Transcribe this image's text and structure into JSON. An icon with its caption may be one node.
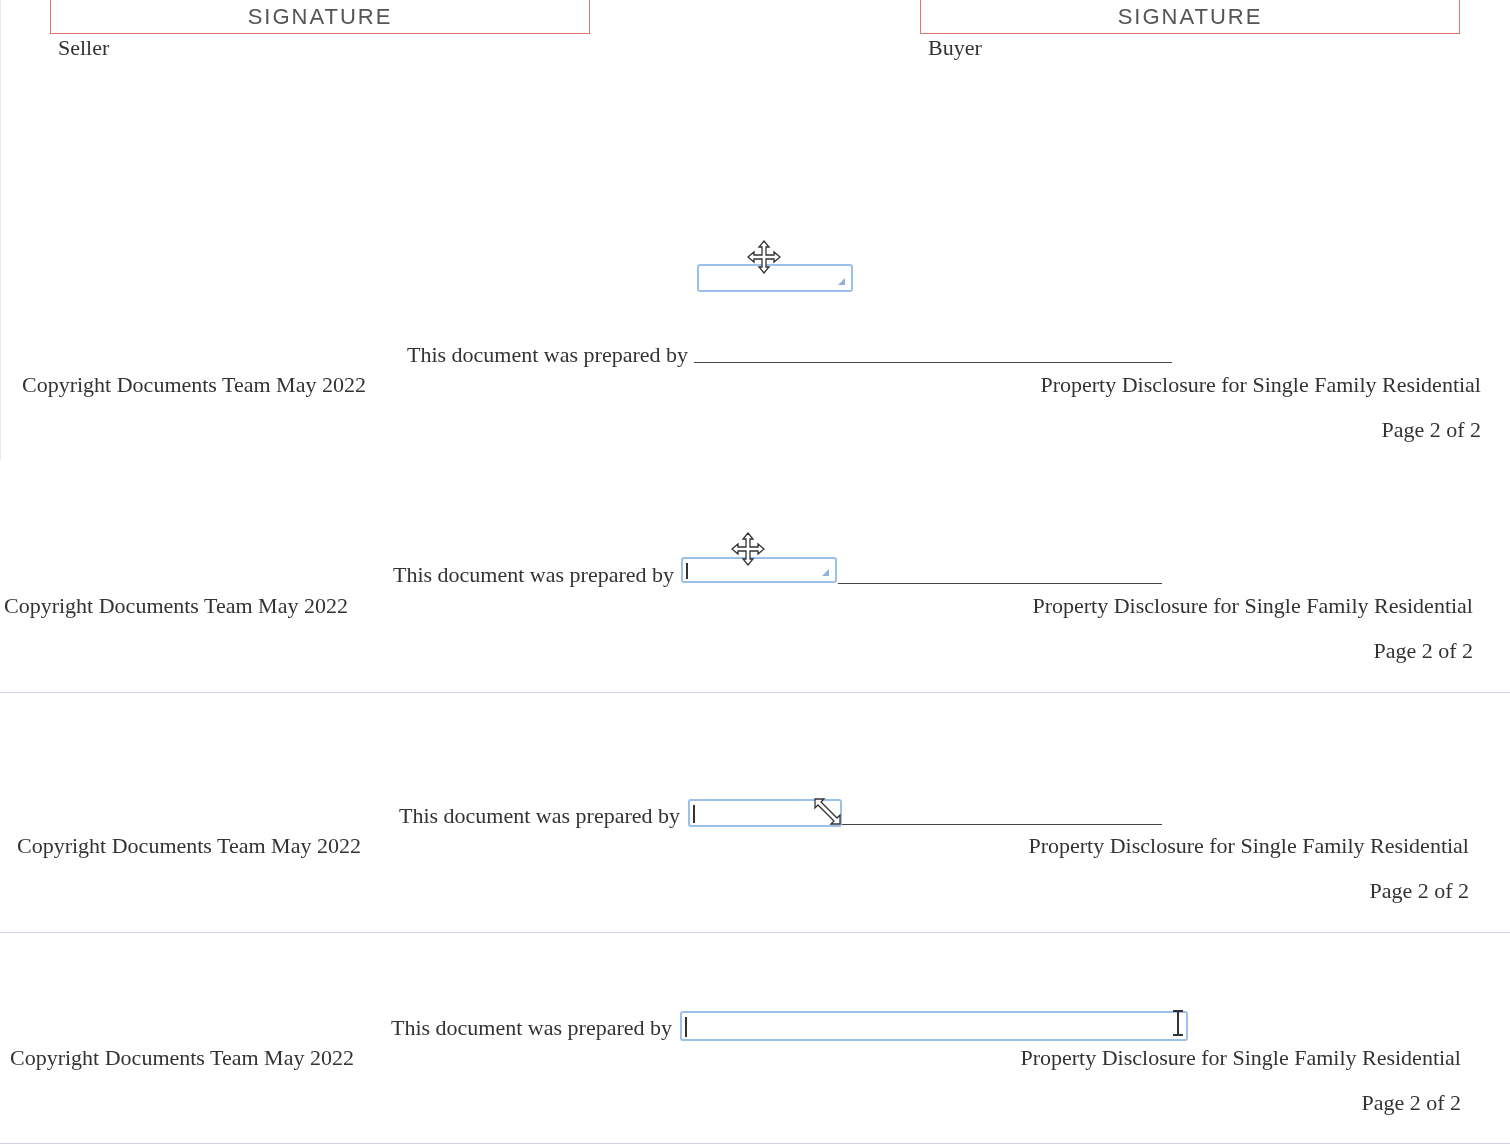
{
  "diagram": {
    "nodes": [
      {
        "text": [
          "SIGNATURE"
        ],
        "beside": [
          "Seller"
        ]
      },
      {
        "text": [
          "SIGNATURE"
        ],
        "beside": [
          "Buyer"
        ]
      }
    ],
    "labels": [
      "This document was prepared by",
      "Copyright Documents Team May 2022",
      "Property Disclosure for Single Family Residential",
      "Page 2 of 2",
      "This document was prepared by",
      "Copyright Documents Team May 2022",
      "Property Disclosure for Single Family Residential",
      "Page 2 of 2",
      "This document was prepared by",
      "Copyright Documents Team May 2022",
      "Property Disclosure for Single Family Residential",
      "Page 2 of 2",
      "This document was prepared by",
      "Copyright Documents Team May 2022",
      "Property Disclosure for Single Family Residential",
      "Page 2 of 2"
    ]
  }
}
